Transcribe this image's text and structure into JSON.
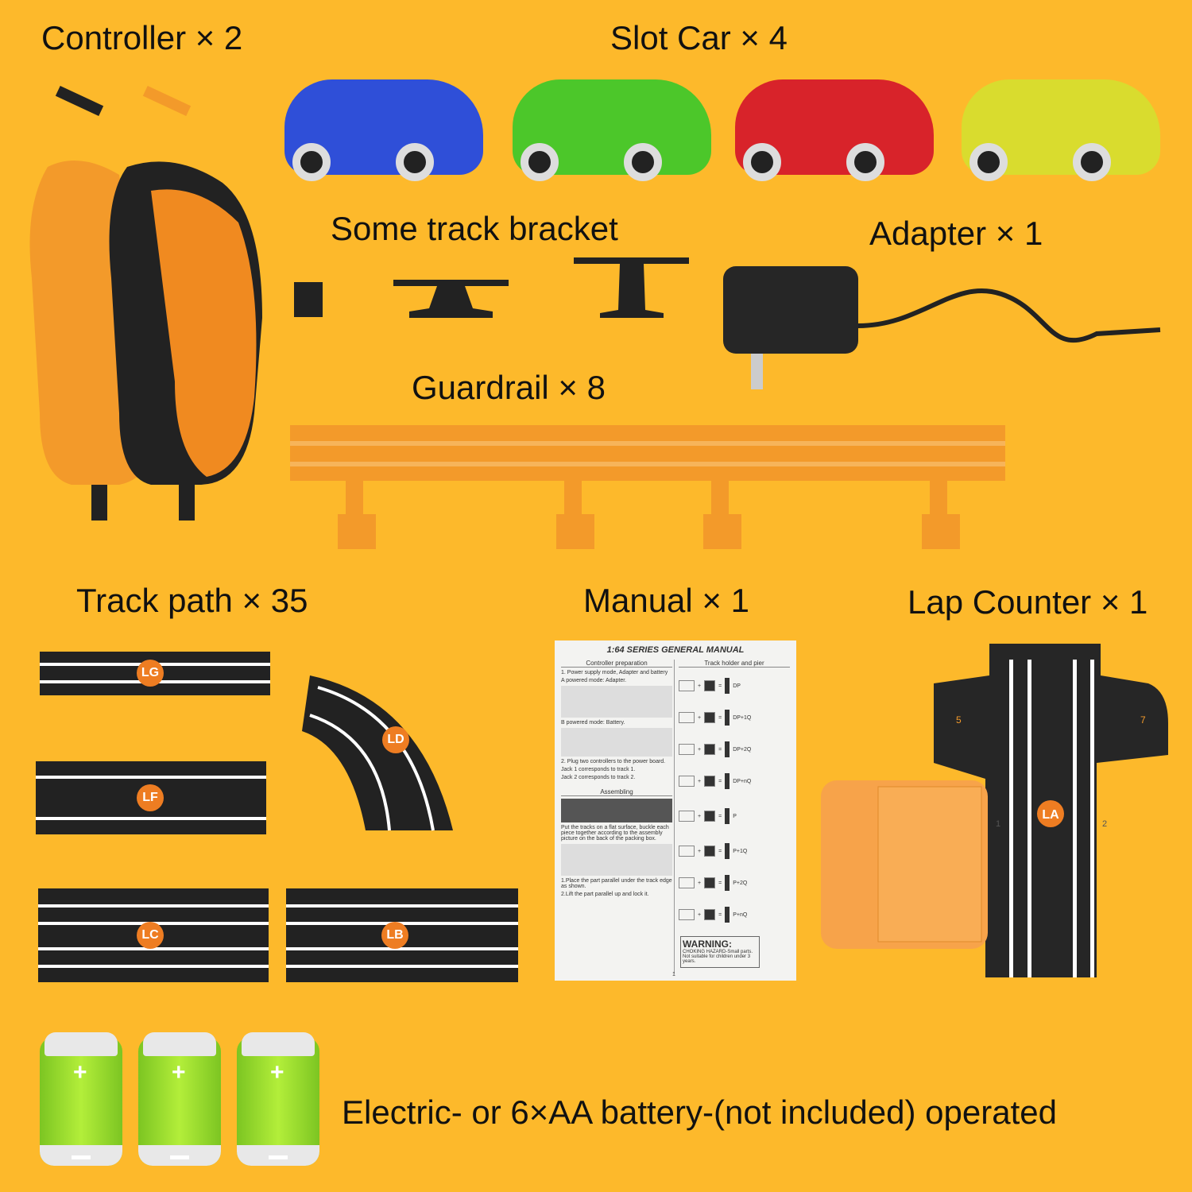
{
  "labels": {
    "controller": "Controller × 2",
    "slot_car": "Slot Car × 4",
    "bracket": "Some track bracket",
    "adapter": "Adapter × 1",
    "guardrail": "Guardrail × 8",
    "track_path": "Track path × 35",
    "manual": "Manual × 1",
    "lap_counter": "Lap Counter × 1",
    "power": "Electric- or 6×AA battery-(not included) operated"
  },
  "cars": [
    {
      "color": "#2f4fd8"
    },
    {
      "color": "#4cc72a"
    },
    {
      "color": "#d8232a"
    },
    {
      "color": "#d9dc2e"
    }
  ],
  "tracks": {
    "lg": "LG",
    "ld": "LD",
    "lf": "LF",
    "lc": "LC",
    "lb": "LB",
    "la": "LA"
  },
  "lap_counter_numbers": {
    "left": "5",
    "right": "7",
    "lane1": "1",
    "lane2": "2"
  },
  "manual_doc": {
    "title": "1:64 SERIES GENERAL MANUAL",
    "left_heading": "Controller preparation",
    "left_lines": [
      "1. Power supply mode, Adapter and battery",
      "A powered mode: Adapter.",
      "B powered mode: Battery.",
      "2. Plug two controllers to the power board.",
      "Jack 1 corresponds to track 1.",
      "Jack 2 corresponds to track 2."
    ],
    "assembling_heading": "Assembling",
    "assembling_lines": [
      "Put the tracks on a flat surface, buckle each piece together according to the assembly picture on the back of the packing box.",
      "1.Place the part parallel under the track edge as shown.",
      "2.Lift the part parallel up and lock it."
    ],
    "right_heading": "Track holder and pier",
    "pier_codes": [
      "DP",
      "DP+1Q",
      "DP+2Q",
      "DP+nQ",
      "P",
      "P+1Q",
      "P+2Q",
      "P+nQ"
    ],
    "warning": "WARNING:",
    "warning_text": "CHOKING HAZARD-Small parts. Not suitable for children under 3 years.",
    "page": "1"
  },
  "colors": {
    "background": "#fdb92b",
    "orange": "#f39a2a",
    "track": "#222222"
  }
}
